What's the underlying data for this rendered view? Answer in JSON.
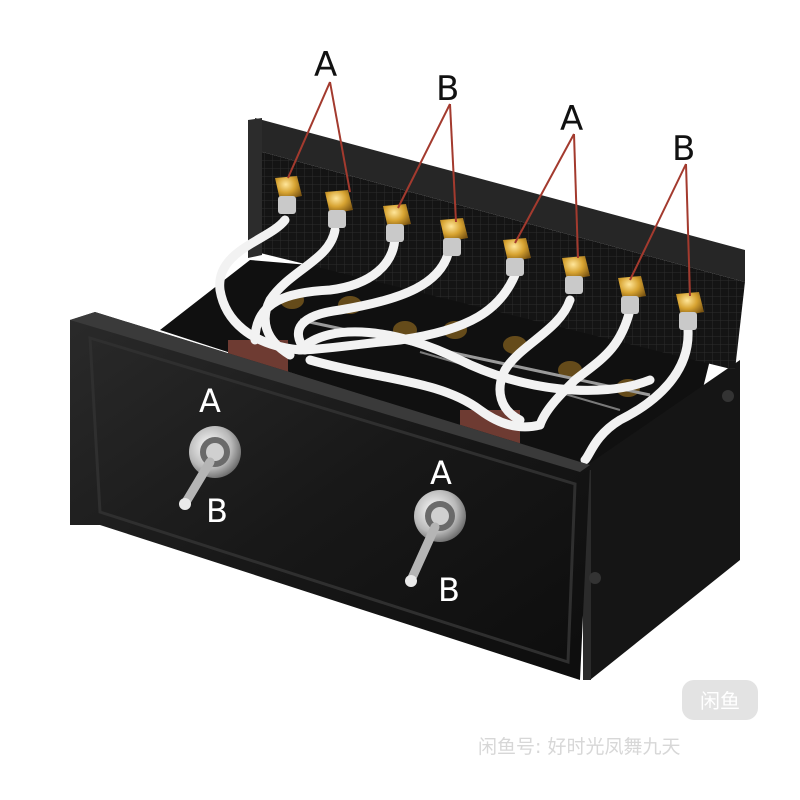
{
  "callouts": [
    {
      "id": "A1",
      "label": "A"
    },
    {
      "id": "B1",
      "label": "B"
    },
    {
      "id": "A2",
      "label": "A"
    },
    {
      "id": "B2",
      "label": "B"
    }
  ],
  "switches": [
    {
      "id": "left",
      "top_label": "A",
      "bottom_label": "B"
    },
    {
      "id": "right",
      "top_label": "A",
      "bottom_label": "B"
    }
  ],
  "watermark": {
    "logo_text": "闲鱼",
    "text": "闲鱼号: 好时光凤舞九天"
  },
  "colors": {
    "callout_line": "#a33a2e",
    "chassis": "#1a1a1a",
    "gold_terminal": "#d7a331",
    "wire": "#f2f2f2"
  }
}
